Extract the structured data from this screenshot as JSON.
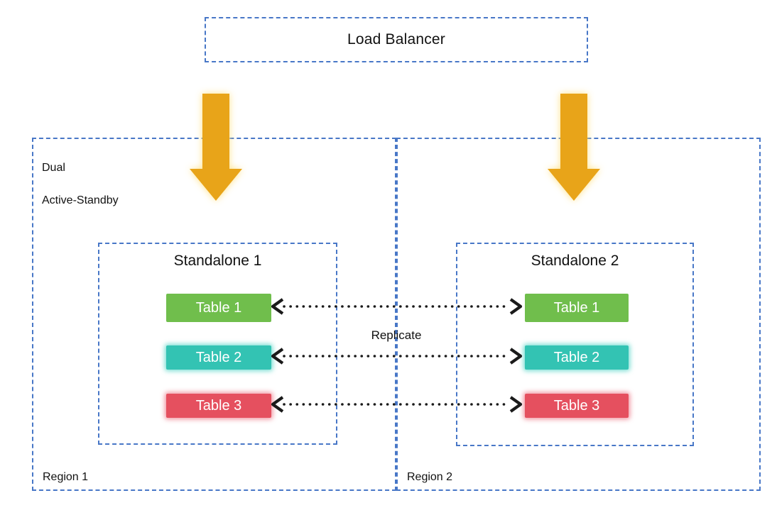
{
  "diagram": {
    "load_balancer": {
      "label": "Load Balancer"
    },
    "cluster_label": {
      "line1": "Dual",
      "line2": "Active-Standby"
    },
    "regions": [
      {
        "label": "Region 1"
      },
      {
        "label": "Region 2"
      }
    ],
    "standalone1": {
      "title": "Standalone 1",
      "tables": [
        "Table 1",
        "Table 2",
        "Table 3"
      ]
    },
    "standalone2": {
      "title": "Standalone 2",
      "tables": [
        "Table 1",
        "Table 2",
        "Table 3"
      ]
    },
    "replicate_label": "Replicate",
    "colors": {
      "border_blue": "#4877C7",
      "arrow_gold": "#E8A419",
      "table_green": "#70BE4C",
      "table_teal": "#33C3B3",
      "table_red": "#E5505F",
      "replicate_black": "#1a1a1a"
    }
  }
}
